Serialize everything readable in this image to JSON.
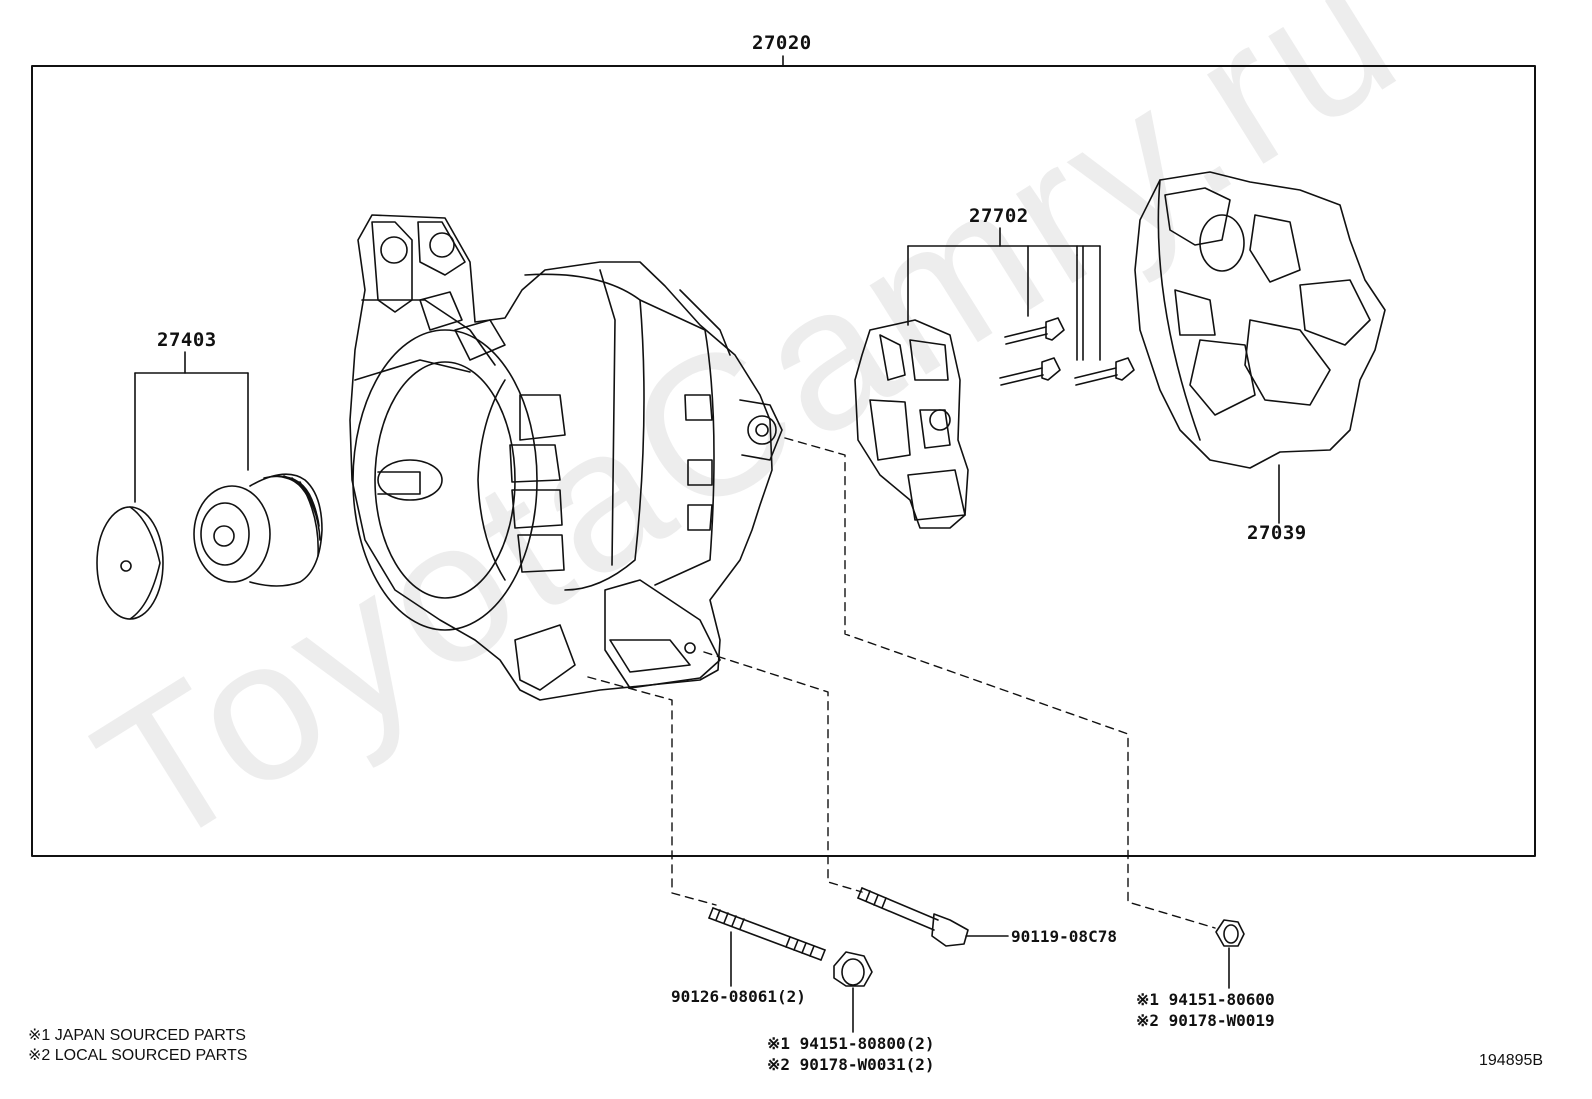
{
  "watermark": "ToyotaCamry.ru",
  "assembly_label": "27020",
  "parts": {
    "pulley": "27403",
    "regulator": "27702",
    "rear_cover": "27039",
    "stud_bolt": "90126-08061(2)",
    "bolt": "90119-08C78",
    "nut_small": {
      "line1": "※1 94151-80600",
      "line2": "※2 90178-W0019"
    },
    "nut_large": {
      "line1": "※1 94151-80800(2)",
      "line2": "※2 90178-W0031(2)"
    }
  },
  "legend": {
    "line1": "※1 JAPAN SOURCED PARTS",
    "line2": "※2 LOCAL SOURCED PARTS"
  },
  "figure_id": "194895B"
}
